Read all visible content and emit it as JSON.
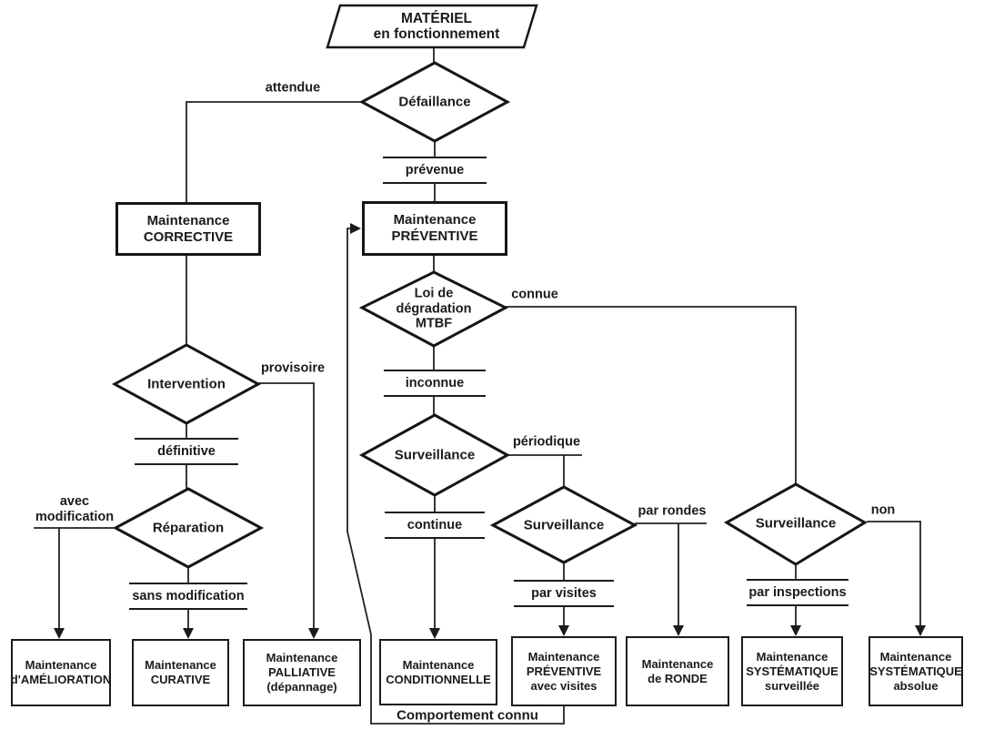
{
  "flowchart": {
    "colors": {
      "ink": "#1b1b1b",
      "background": "#ffffff"
    },
    "start": {
      "text": "MATÉRIEL\nen fonctionnement"
    },
    "processes": {
      "corrective": {
        "label": "Maintenance\nCORRECTIVE"
      },
      "preventive": {
        "label": "Maintenance\nPRÉVENTIVE"
      }
    },
    "decisions": {
      "defaillance": {
        "label": "Défaillance"
      },
      "loi_degradation": {
        "label": "Loi de\ndégradation\nMTBF"
      },
      "intervention": {
        "label": "Intervention"
      },
      "reparation": {
        "label": "Réparation"
      },
      "surveillance_continue": {
        "label": "Surveillance"
      },
      "surveillance_periodique": {
        "label": "Surveillance"
      },
      "surveillance_mtbf": {
        "label": "Surveillance"
      }
    },
    "branch_labels": {
      "attendue": "attendue",
      "prevenue": "prévenue",
      "connue": "connue",
      "inconnue": "inconnue",
      "provisoire": "provisoire",
      "definitive": "définitive",
      "avec_modification": "avec\nmodification",
      "sans_modification": "sans modification",
      "periodique": "périodique",
      "continue": "continue",
      "par_rondes": "par rondes",
      "par_visites": "par visites",
      "non": "non",
      "par_inspections": "par inspections",
      "comportement_connu": "Comportement connu"
    },
    "outcomes": [
      {
        "label": "Maintenance\nd'AMÉLIORATION"
      },
      {
        "label": "Maintenance\nCURATIVE"
      },
      {
        "label": "Maintenance\nPALLIATIVE\n(dépannage)"
      },
      {
        "label": "Maintenance\nCONDITIONNELLE"
      },
      {
        "label": "Maintenance\nPRÉVENTIVE\navec visites"
      },
      {
        "label": "Maintenance\nde RONDE"
      },
      {
        "label": "Maintenance\nSYSTÉMATIQUE\nsurveillée"
      },
      {
        "label": "Maintenance\nSYSTÉMATIQUE\nabsolue"
      }
    ]
  }
}
